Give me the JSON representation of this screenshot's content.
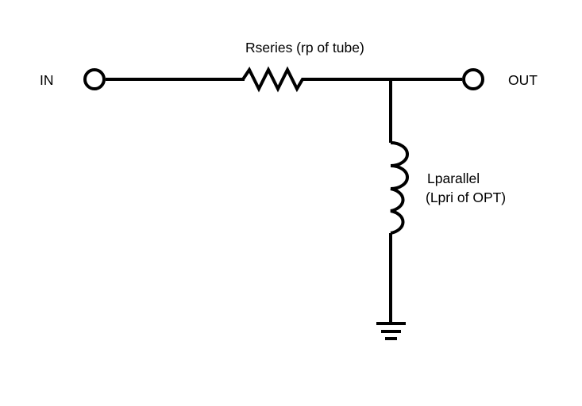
{
  "labels": {
    "input": "IN",
    "output": "OUT",
    "resistor": "Rseries (rp of tube)",
    "inductor_line1": "Lparallel",
    "inductor_line2": "(Lpri of OPT)"
  },
  "components": {
    "resistor": "Rseries",
    "inductor": "Lparallel",
    "ground": "ground"
  },
  "colors": {
    "wire": "#000000",
    "background": "#ffffff"
  }
}
